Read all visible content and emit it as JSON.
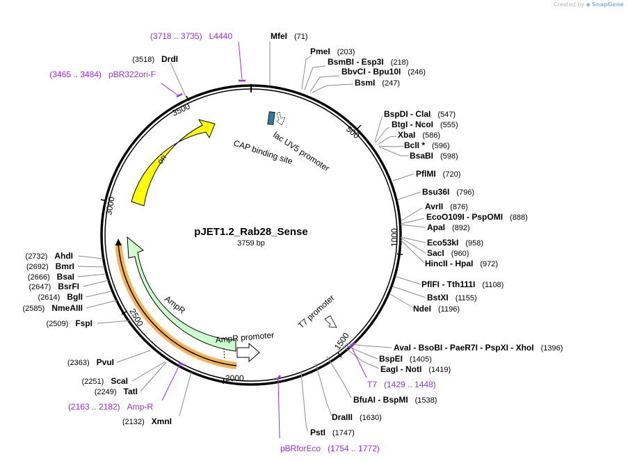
{
  "credit": {
    "prefix": "Created by",
    "brand": "SnapGene"
  },
  "plasmid": {
    "name": "pJET1.2_Rab28_Sense",
    "length_label": "3759 bp"
  },
  "ticks": [
    {
      "label": "500"
    },
    {
      "label": "1000"
    },
    {
      "label": "1500"
    },
    {
      "label": "2000"
    },
    {
      "label": "2500"
    },
    {
      "label": "3000"
    },
    {
      "label": "3500"
    }
  ],
  "features": [
    {
      "name": "ori",
      "color": "#ffff00"
    },
    {
      "name": "AmpR",
      "color": "#ccffcc"
    },
    {
      "name": "AmpR promoter",
      "color": "#ffffff"
    },
    {
      "name": "CAP binding site",
      "color": "#2e7d9a"
    },
    {
      "name": "lac UV5 promoter",
      "color": "#ffffff"
    },
    {
      "name": "T7 promoter",
      "color": "#ffffff"
    }
  ],
  "enzymes": [
    {
      "name": "MfeI",
      "pos": "(71)"
    },
    {
      "name": "PmeI",
      "pos": "(203)"
    },
    {
      "name": "BsmBI  - Esp3I",
      "pos": "(218)"
    },
    {
      "name": "BbvCI  - Bpu10I",
      "pos": "(246)"
    },
    {
      "name": "BsmI",
      "pos": "(247)"
    },
    {
      "name": "BspDI  - ClaI",
      "pos": "(547)"
    },
    {
      "name": "BtgI  - NcoI",
      "pos": "(555)"
    },
    {
      "name": "XbaI",
      "pos": "(586)"
    },
    {
      "name": "BclI *",
      "pos": "(596)"
    },
    {
      "name": "BsaBI",
      "pos": "(598)"
    },
    {
      "name": "PflMI",
      "pos": "(720)"
    },
    {
      "name": "Bsu36I",
      "pos": "(796)"
    },
    {
      "name": "AvrII",
      "pos": "(876)"
    },
    {
      "name": "EcoO109I  - PspOMI",
      "pos": "(888)"
    },
    {
      "name": "ApaI",
      "pos": "(892)"
    },
    {
      "name": "Eco53kI",
      "pos": "(958)"
    },
    {
      "name": "SacI",
      "pos": "(960)"
    },
    {
      "name": "HincII  - HpaI",
      "pos": "(972)"
    },
    {
      "name": "PflFI  - Tth111I",
      "pos": "(1108)"
    },
    {
      "name": "BstXI",
      "pos": "(1155)"
    },
    {
      "name": "NdeI",
      "pos": "(1196)"
    },
    {
      "name": "AvaI  - BsoBI  - PaeR7I  - PspXI  - XhoI",
      "pos": "(1396)"
    },
    {
      "name": "BspEI",
      "pos": "(1405)"
    },
    {
      "name": "EagI  - NotI",
      "pos": "(1419)"
    },
    {
      "name": "BfuAI  - BspMI",
      "pos": "(1538)"
    },
    {
      "name": "DraIII",
      "pos": "(1630)"
    },
    {
      "name": "PstI",
      "pos": "(1747)"
    },
    {
      "name": "XmnI",
      "pos": "(2132)"
    },
    {
      "name": "TatI",
      "pos": "(2249)"
    },
    {
      "name": "ScaI",
      "pos": "(2251)"
    },
    {
      "name": "PvuI",
      "pos": "(2363)"
    },
    {
      "name": "FspI",
      "pos": "(2509)"
    },
    {
      "name": "NmeAIII",
      "pos": "(2585)"
    },
    {
      "name": "BglI",
      "pos": "(2614)"
    },
    {
      "name": "BsrFI",
      "pos": "(2647)"
    },
    {
      "name": "BsaI",
      "pos": "(2666)"
    },
    {
      "name": "BmrI",
      "pos": "(2692)"
    },
    {
      "name": "AhdI",
      "pos": "(2732)"
    },
    {
      "name": "DrdI",
      "pos": "(3518)"
    }
  ],
  "primers": [
    {
      "name": "L4440",
      "range": "(3718 .. 3735)"
    },
    {
      "name": "pBR322ori-F",
      "range": "(3465 .. 3484)"
    },
    {
      "name": "T7",
      "range": "(1429 .. 1448)"
    },
    {
      "name": "pBRforEco",
      "range": "(1754 .. 1772)"
    },
    {
      "name": "Amp-R",
      "range": "(2163 .. 2182)"
    }
  ],
  "colors": {
    "primer": "#9b2fd6",
    "backbone": "#000000",
    "leader": "#8a8a8a",
    "highlight": "#f0a030"
  }
}
